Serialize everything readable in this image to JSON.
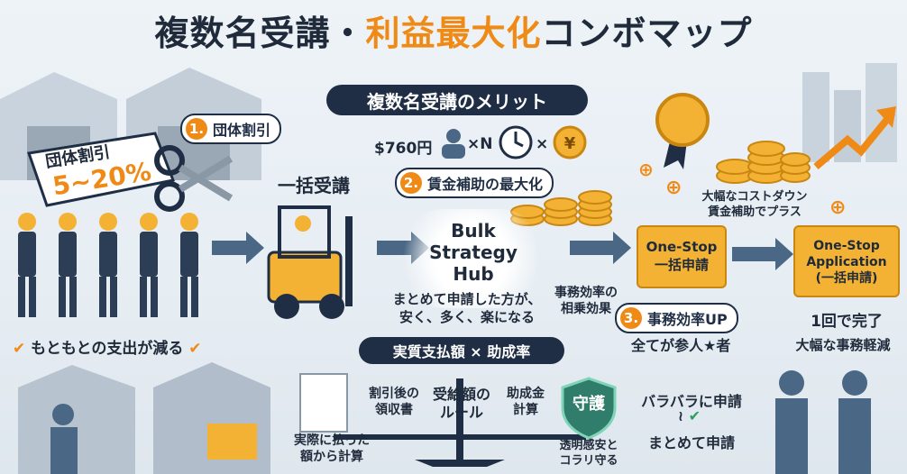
{
  "title_main": "複数名受講・",
  "title_accent": "利益最大化",
  "title_tail": "コンボマップ",
  "merit_heading": "複数名受講のメリット",
  "step1": {
    "num": "1.",
    "label": "団体割引"
  },
  "discount_tag": {
    "line1": "団体割引",
    "line2": "5~20%"
  },
  "formula": {
    "price": "$760円",
    "times1": "×N",
    "times2": "×"
  },
  "step2": {
    "num": "2.",
    "label": "賃金補助の最大化"
  },
  "bulk_label": "一括受講",
  "hub": {
    "line1": "Bulk",
    "line2": "Strategy",
    "line3": "Hub"
  },
  "hub_caption": {
    "line1": "まとめて申請した方が、",
    "line2": "安く、多く、楽になる"
  },
  "synergy": {
    "line1": "事務効率の",
    "line2": "相乗効果"
  },
  "step3": {
    "num": "3.",
    "label": "事務効率UP"
  },
  "all_participants": "全てが参人★者",
  "folder1": {
    "line1": "One-Stop",
    "line2": "一括申請"
  },
  "folder2": {
    "line1": "One-Stop",
    "line2": "Application",
    "line3": "(一括申請)"
  },
  "cost_down": {
    "line1": "大幅なコストダウン",
    "line2": "賃金補助でプラス"
  },
  "done_once": "1回で完了",
  "admin_reduce": "大幅な事務軽減",
  "spend_reduce": "もともとの支出が減る",
  "subsidy_heading": "実質支払額 × 助成率",
  "scale": {
    "left": {
      "line1": "割引後の",
      "line2": "領収書"
    },
    "mid": {
      "line1": "受給額の",
      "line2": "ルール"
    },
    "right": {
      "line1": "助成金",
      "line2": "計算"
    }
  },
  "receipt_caption": {
    "line1": "実際に払った",
    "line2": "額から計算"
  },
  "shield_label": "守護",
  "shield_caption": {
    "line1": "透明感安と",
    "line2": "コラリ守る"
  },
  "compare": {
    "top": "バラバラに申請",
    "mid": "≀",
    "bottom": "まとめて申請"
  },
  "colors": {
    "accent": "#f08a16",
    "navy": "#1f2e44",
    "gold": "#f3b233"
  }
}
